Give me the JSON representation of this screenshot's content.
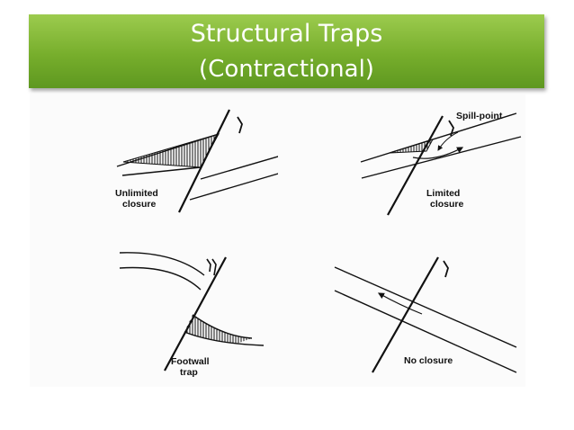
{
  "slide": {
    "title_line1": "Structural Traps",
    "title_line2": "(Contractional)"
  },
  "panels": [
    {
      "label_line1": "Unlimited",
      "label_line2": "closure"
    },
    {
      "label_line1": "Limited",
      "label_line2": "closure",
      "callout": "Spill-point"
    },
    {
      "label_line1": "Footwall",
      "label_line2": "trap"
    },
    {
      "label_line1": "No closure",
      "label_line2": ""
    }
  ],
  "colors": {
    "banner_top": "#9ccb4e",
    "banner_bottom": "#5e9820",
    "title_text": "#ffffff",
    "ink": "#111111"
  }
}
